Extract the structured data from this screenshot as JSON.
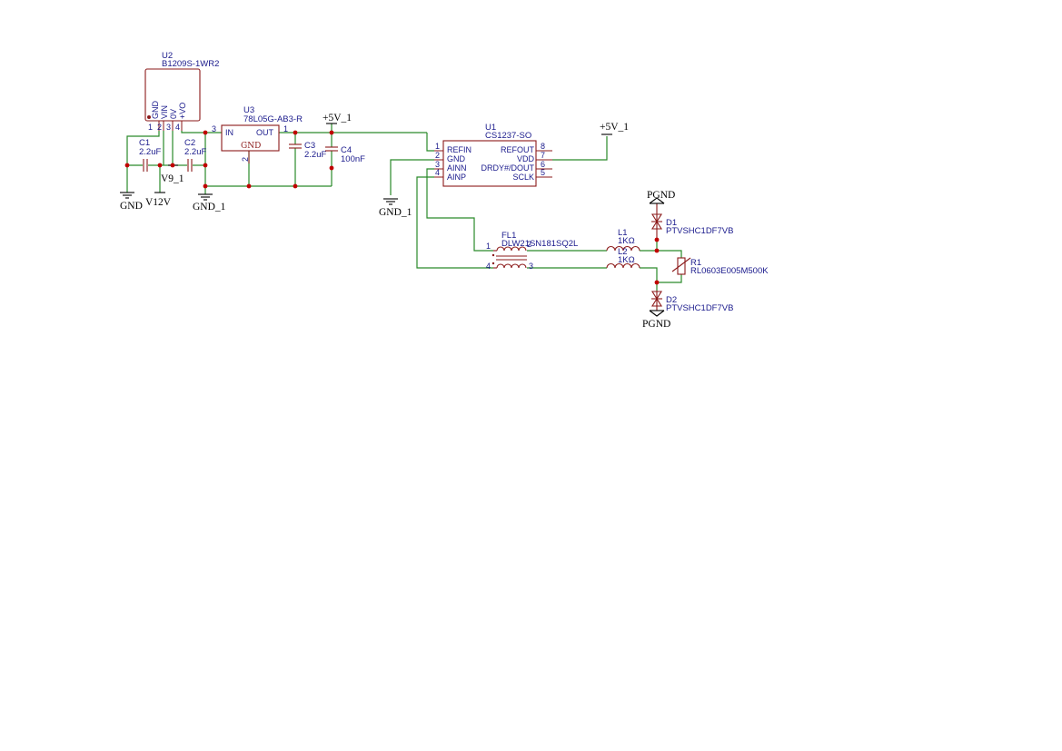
{
  "components": {
    "U2": {
      "ref": "U2",
      "value": "B1209S-1WR2",
      "pins": {
        "p1": "1",
        "p2": "2",
        "p3": "3",
        "p4": "4"
      },
      "pin_names": {
        "gnd": "GND",
        "vin": "VIN",
        "ov": "0V",
        "vo": "+VO"
      }
    },
    "U3": {
      "ref": "U3",
      "value": "78L05G-AB3-R",
      "pin_in": "IN",
      "pin_out": "OUT",
      "pin_gnd": "GND",
      "num_in": "3",
      "num_out": "1",
      "num_gnd": "2"
    },
    "C1": {
      "ref": "C1",
      "value": "2.2uF"
    },
    "C2": {
      "ref": "C2",
      "value": "2.2uF"
    },
    "C3": {
      "ref": "C3",
      "value": "2.2uF"
    },
    "C4": {
      "ref": "C4",
      "value": "100nF"
    },
    "U1": {
      "ref": "U1",
      "value": "CS1237-SO",
      "left_pins": [
        {
          "num": "1",
          "name": "REFIN"
        },
        {
          "num": "2",
          "name": "GND"
        },
        {
          "num": "3",
          "name": "AINN"
        },
        {
          "num": "4",
          "name": "AINP"
        }
      ],
      "right_pins": [
        {
          "num": "8",
          "name": "REFOUT"
        },
        {
          "num": "7",
          "name": "VDD"
        },
        {
          "num": "6",
          "name": "DRDY#/DOUT"
        },
        {
          "num": "5",
          "name": "SCLK"
        }
      ]
    },
    "FL1": {
      "ref": "FL1",
      "value": "DLW21SN181SQ2L",
      "pin1": "1",
      "pin2": "2",
      "pin3": "3",
      "pin4": "4"
    },
    "L1": {
      "ref": "L1",
      "value": "1KΩ"
    },
    "L2": {
      "ref": "L2",
      "value": "1KΩ"
    },
    "R1": {
      "ref": "R1",
      "value": "RL0603E005M500K"
    },
    "D1": {
      "ref": "D1",
      "value": "PTVSHC1DF7VB"
    },
    "D2": {
      "ref": "D2",
      "value": "PTVSHC1DF7VB"
    }
  },
  "nets": {
    "gnd": "GND",
    "v12": "V12V",
    "v9": "V9_1",
    "gnd1_a": "GND_1",
    "gnd1_b": "GND_1",
    "p5v_a": "+5V_1",
    "p5v_b": "+5V_1",
    "pgnd_top": "PGND",
    "pgnd_bottom": "PGND"
  },
  "colors": {
    "wire": "#2a8a2a",
    "part": "#8b1a1a",
    "text": "#1a1a8c",
    "junction": "#c00000"
  }
}
